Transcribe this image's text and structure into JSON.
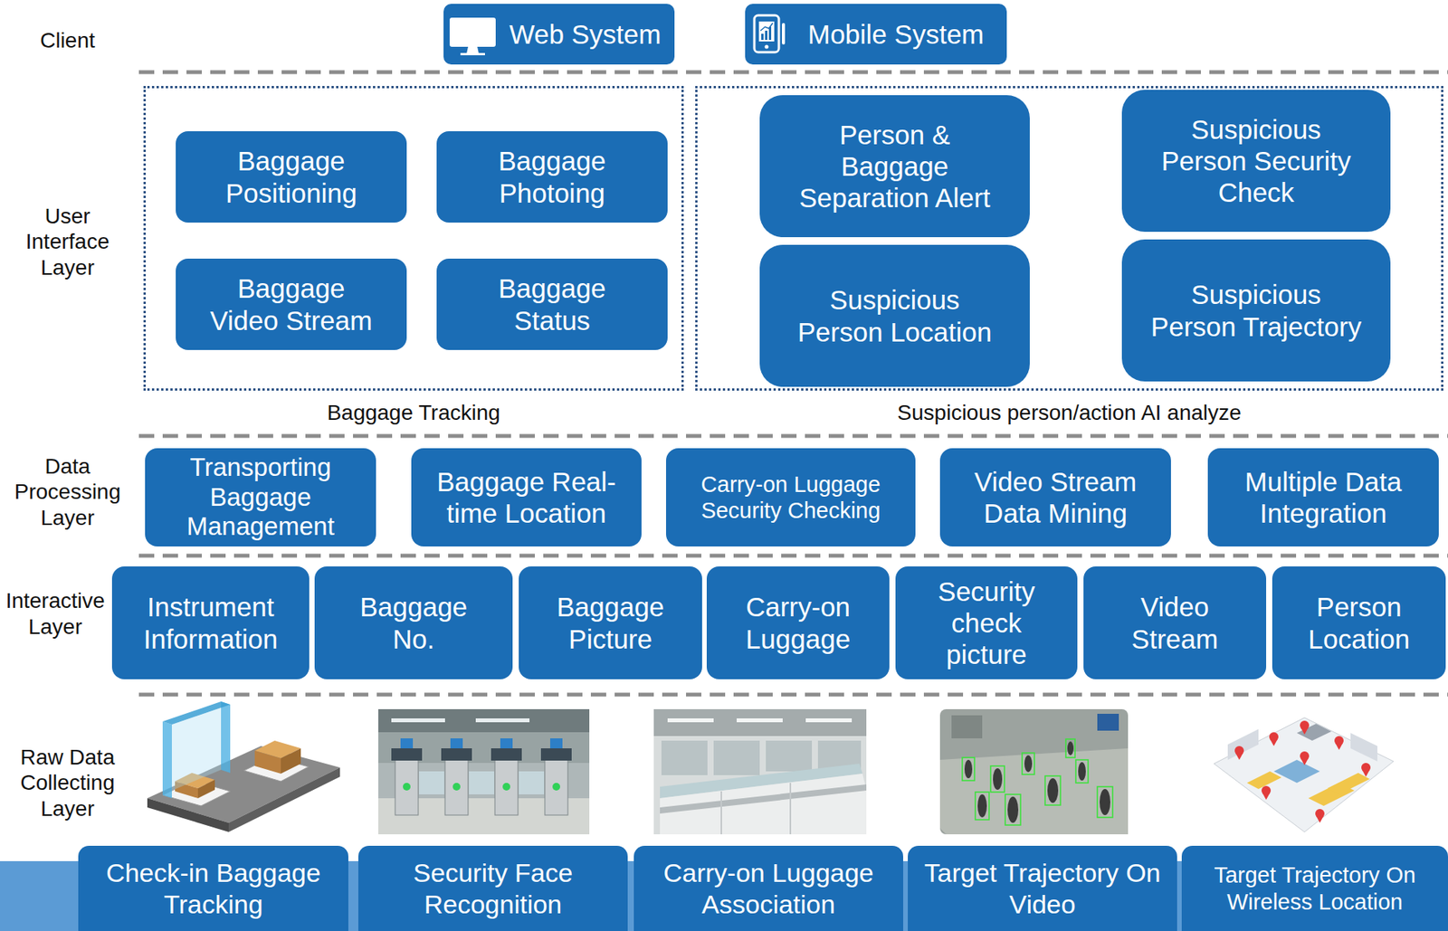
{
  "diagram": {
    "nodes": [
      {
        "text": [
          "Web System"
        ]
      },
      {
        "text": [
          "Mobile System"
        ]
      },
      {
        "text": [
          "Baggage Tracking"
        ]
      },
      {
        "text": [
          "Baggage Positioning"
        ],
        "in": 2
      },
      {
        "text": [
          "Baggage Photoing"
        ],
        "in": 2
      },
      {
        "text": [
          "Baggage Video Stream"
        ],
        "in": 2
      },
      {
        "text": [
          "Baggage Status"
        ],
        "in": 2
      },
      {
        "text": [
          "Suspicious person/action AI analyze"
        ]
      },
      {
        "text": [
          "Person & Baggage Separation Alert"
        ],
        "in": 7
      },
      {
        "text": [
          "Suspicious Person Security Check"
        ],
        "in": 7
      },
      {
        "text": [
          "Suspicious Person Location"
        ],
        "in": 7
      },
      {
        "text": [
          "Suspicious Person Trajectory"
        ],
        "in": 7
      },
      {
        "text": [
          "Transporting Baggage Management"
        ]
      },
      {
        "text": [
          "Baggage Real-time Location"
        ]
      },
      {
        "text": [
          "Carry-on Luggage Security Checking"
        ]
      },
      {
        "text": [
          "Video Stream Data Mining"
        ]
      },
      {
        "text": [
          "Multiple Data Integration"
        ]
      },
      {
        "text": [
          "Instrument Information"
        ]
      },
      {
        "text": [
          "Baggage No."
        ]
      },
      {
        "text": [
          "Baggage Picture"
        ]
      },
      {
        "text": [
          "Carry-on Luggage"
        ]
      },
      {
        "text": [
          "Security check picture"
        ]
      },
      {
        "text": [
          "Video Stream"
        ]
      },
      {
        "text": [
          "Person Location"
        ]
      },
      {
        "text": [
          "Check-in Baggage Tracking"
        ]
      },
      {
        "text": [
          "Security Face Recognition"
        ]
      },
      {
        "text": [
          "Carry-on Luggage Association"
        ]
      },
      {
        "text": [
          "Target Trajectory On Video"
        ]
      },
      {
        "text": [
          "Target Trajectory On Wireless Location"
        ]
      }
    ],
    "labels": [
      "Client",
      "User Interface Layer",
      "Data Processing Layer",
      "Interactive Layer",
      "Raw Data Collecting Layer"
    ]
  }
}
